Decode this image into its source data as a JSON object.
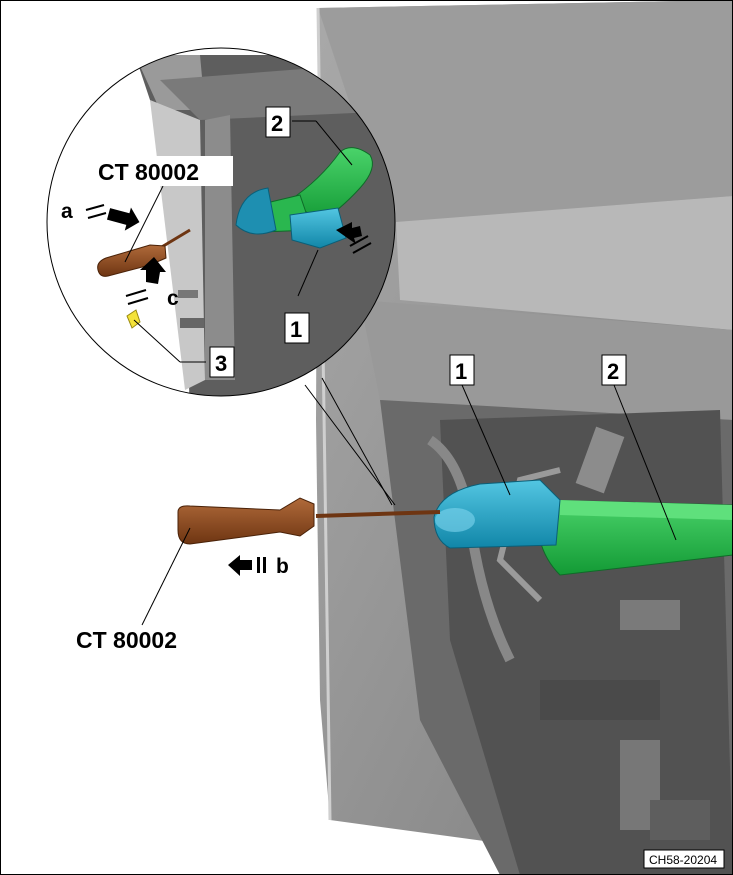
{
  "figure_code": "CH58-20204",
  "tool_labels": [
    "CT 80002",
    "CT 80002"
  ],
  "callouts": {
    "inset_handle_part": "2",
    "inset_cap_part": "1",
    "inset_clip_part": "3",
    "main_cap_part": "1",
    "main_handle_part": "2"
  },
  "step_letters": {
    "insert": "a",
    "pull_out": "b",
    "lever": "c"
  },
  "colors": {
    "door_dark": "#5c5c5c",
    "door_mid": "#8e8e8e",
    "door_light": "#b5b5b5",
    "handle_green": "#22b24a",
    "cap_blue": "#1fa3c6",
    "tool_brown": "#8a4a22"
  },
  "icons": [
    "arrow-icon",
    "screwdriver-icon",
    "clip-icon"
  ]
}
